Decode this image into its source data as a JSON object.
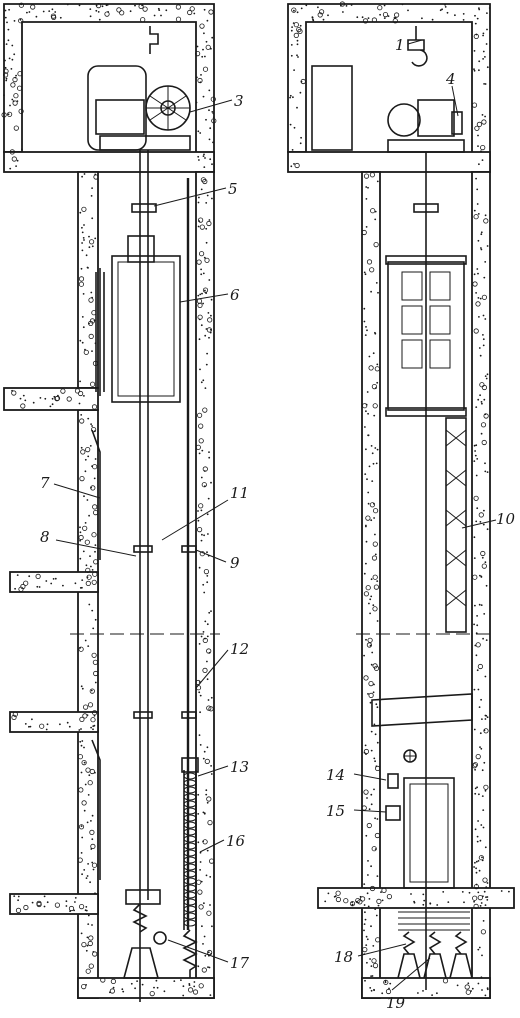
{
  "callouts": [
    {
      "id": "1",
      "text": "1"
    },
    {
      "id": "3",
      "text": "3"
    },
    {
      "id": "4",
      "text": "4"
    },
    {
      "id": "5",
      "text": "5"
    },
    {
      "id": "6",
      "text": "6"
    },
    {
      "id": "7",
      "text": "7"
    },
    {
      "id": "8",
      "text": "8"
    },
    {
      "id": "9",
      "text": "9"
    },
    {
      "id": "10",
      "text": "10"
    },
    {
      "id": "11",
      "text": "11"
    },
    {
      "id": "12",
      "text": "12"
    },
    {
      "id": "13",
      "text": "13"
    },
    {
      "id": "14",
      "text": "14"
    },
    {
      "id": "15",
      "text": "15"
    },
    {
      "id": "16",
      "text": "16"
    },
    {
      "id": "17",
      "text": "17"
    },
    {
      "id": "18",
      "text": "18"
    },
    {
      "id": "19",
      "text": "19"
    }
  ],
  "colors": {
    "ink": "#1a1a1a",
    "paper": "#ffffff"
  }
}
